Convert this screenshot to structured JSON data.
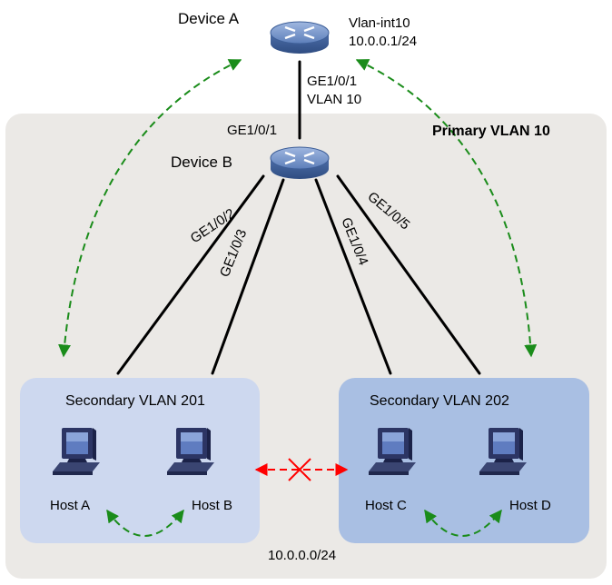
{
  "devices": {
    "device_a": {
      "name": "Device A",
      "interface": "Vlan-int10",
      "ip": "10.0.0.1/24",
      "uplink_port": "GE1/0/1",
      "uplink_vlan": "VLAN 10"
    },
    "device_b": {
      "name": "Device B",
      "port_up": "GE1/0/1",
      "ports": [
        "GE1/0/2",
        "GE1/0/3",
        "GE1/0/4",
        "GE1/0/5"
      ]
    }
  },
  "primary_vlan": {
    "label": "Primary VLAN 10",
    "subnet": "10.0.0.0/24"
  },
  "secondary_vlans": [
    {
      "label": "Secondary VLAN 201",
      "hosts": [
        "Host A",
        "Host B"
      ]
    },
    {
      "label": "Secondary VLAN 202",
      "hosts": [
        "Host C",
        "Host D"
      ]
    }
  ],
  "colors": {
    "primary_area": "#ebe9e6",
    "secondary_201": "#cdd8ef",
    "secondary_202": "#a9bfe3",
    "switch_body": "#6f8fc4",
    "link": "#000000",
    "allowed_comm": "#1a8c1a",
    "blocked_comm": "#ff0000"
  },
  "icons": {
    "switch": "switch-icon",
    "host": "computer-icon"
  }
}
